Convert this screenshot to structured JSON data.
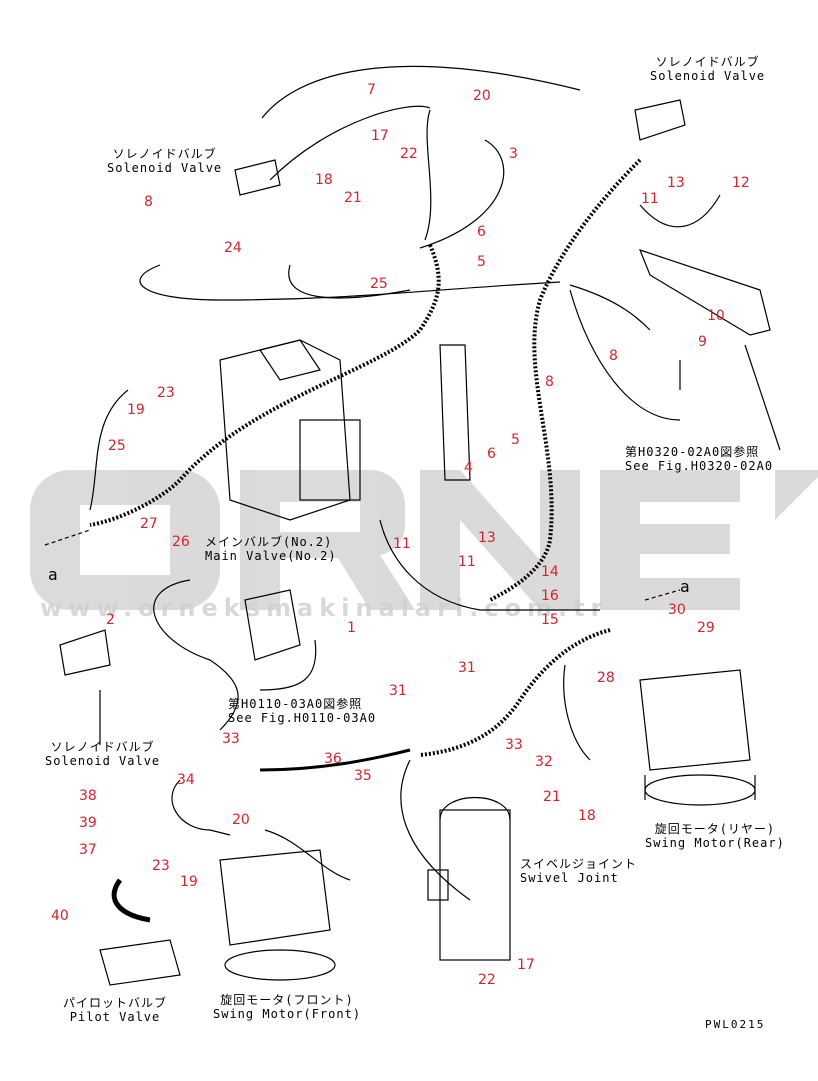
{
  "labels": {
    "solenoid_valve_top_left": {
      "jp": "ソレノイドバルブ",
      "en": "Solenoid Valve"
    },
    "solenoid_valve_top_right": {
      "jp": "ソレノイドバルブ",
      "en": "Solenoid Valve"
    },
    "solenoid_valve_left": {
      "jp": "ソレノイドバルブ",
      "en": "Solenoid Valve"
    },
    "main_valve": {
      "jp": "メインバルブ(No.2)",
      "en": "Main Valve(No.2)"
    },
    "ref_h0320": {
      "jp": "第H0320-02A0図参照",
      "en": "See Fig.H0320-02A0"
    },
    "ref_h0110": {
      "jp": "第H0110-03A0図参照",
      "en": "See Fig.H0110-03A0"
    },
    "swing_motor_rear": {
      "jp": "旋回モータ(リヤー)",
      "en": "Swing Motor(Rear)"
    },
    "swing_motor_front": {
      "jp": "旋回モータ(フロント)",
      "en": "Swing Motor(Front)"
    },
    "swivel_joint": {
      "jp": "スイベルジョイント",
      "en": "Swivel Joint"
    },
    "pilot_valve": {
      "jp": "パイロットバルブ",
      "en": "Pilot Valve"
    },
    "marker_a_left": "a",
    "marker_a_right": "a",
    "drawing_code": "PWL0215"
  },
  "watermark": {
    "brand": "ÖRNEK",
    "url": "www.orneksmakinalari.com.tr",
    "color": "#bdbdbd",
    "accent": "#f2c94c"
  },
  "callouts": [
    {
      "id": "7",
      "text": "7"
    },
    {
      "id": "20a",
      "text": "20"
    },
    {
      "id": "17a",
      "text": "17"
    },
    {
      "id": "22a",
      "text": "22"
    },
    {
      "id": "3",
      "text": "3"
    },
    {
      "id": "18a",
      "text": "18"
    },
    {
      "id": "21a",
      "text": "21"
    },
    {
      "id": "8a",
      "text": "8"
    },
    {
      "id": "24",
      "text": "24"
    },
    {
      "id": "6a",
      "text": "6"
    },
    {
      "id": "5a",
      "text": "5"
    },
    {
      "id": "25a",
      "text": "25"
    },
    {
      "id": "11a",
      "text": "11"
    },
    {
      "id": "13a",
      "text": "13"
    },
    {
      "id": "12",
      "text": "12"
    },
    {
      "id": "10",
      "text": "10"
    },
    {
      "id": "8b",
      "text": "8"
    },
    {
      "id": "9",
      "text": "9"
    },
    {
      "id": "8c",
      "text": "8"
    },
    {
      "id": "23a",
      "text": "23"
    },
    {
      "id": "19a",
      "text": "19"
    },
    {
      "id": "5b",
      "text": "5"
    },
    {
      "id": "6b",
      "text": "6"
    },
    {
      "id": "25b",
      "text": "25"
    },
    {
      "id": "4",
      "text": "4"
    },
    {
      "id": "27",
      "text": "27"
    },
    {
      "id": "26",
      "text": "26"
    },
    {
      "id": "13b",
      "text": "13"
    },
    {
      "id": "11b",
      "text": "11"
    },
    {
      "id": "11c",
      "text": "11"
    },
    {
      "id": "14",
      "text": "14"
    },
    {
      "id": "16",
      "text": "16"
    },
    {
      "id": "15",
      "text": "15"
    },
    {
      "id": "30",
      "text": "30"
    },
    {
      "id": "2",
      "text": "2"
    },
    {
      "id": "1",
      "text": "1"
    },
    {
      "id": "29",
      "text": "29"
    },
    {
      "id": "28",
      "text": "28"
    },
    {
      "id": "31a",
      "text": "31"
    },
    {
      "id": "31b",
      "text": "31"
    },
    {
      "id": "33a",
      "text": "33"
    },
    {
      "id": "33b",
      "text": "33"
    },
    {
      "id": "36",
      "text": "36"
    },
    {
      "id": "34",
      "text": "34"
    },
    {
      "id": "35",
      "text": "35"
    },
    {
      "id": "32",
      "text": "32"
    },
    {
      "id": "21b",
      "text": "21"
    },
    {
      "id": "18b",
      "text": "18"
    },
    {
      "id": "38",
      "text": "38"
    },
    {
      "id": "39",
      "text": "39"
    },
    {
      "id": "20b",
      "text": "20"
    },
    {
      "id": "37",
      "text": "37"
    },
    {
      "id": "23b",
      "text": "23"
    },
    {
      "id": "19b",
      "text": "19"
    },
    {
      "id": "40",
      "text": "40"
    },
    {
      "id": "22b",
      "text": "22"
    },
    {
      "id": "17b",
      "text": "17"
    }
  ]
}
